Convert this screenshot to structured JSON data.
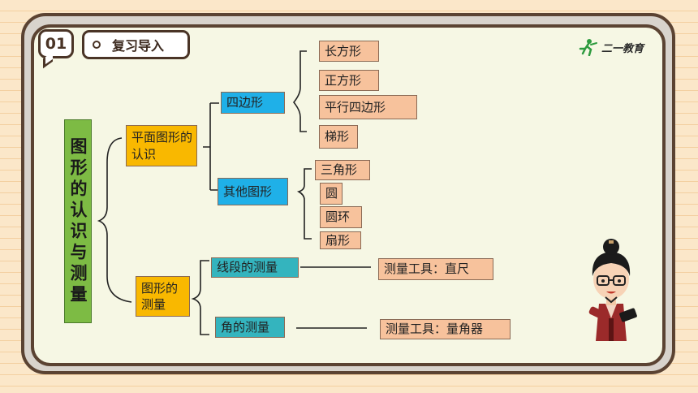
{
  "header": {
    "section_number": "01",
    "section_title": "复习导入",
    "logo_text": "二一教育"
  },
  "diagram": {
    "root": "图形的认识与测量",
    "branch1": {
      "label": "平面图形的认识",
      "sub1": {
        "label": "四边形",
        "items": [
          "长方形",
          "正方形",
          "平行四边形",
          "梯形"
        ]
      },
      "sub2": {
        "label": "其他图形",
        "items": [
          "三角形",
          "圆",
          "圆环",
          "扇形"
        ]
      }
    },
    "branch2": {
      "label": "图形的测量",
      "sub1": {
        "label": "线段的测量",
        "tool": "测量工具：直尺"
      },
      "sub2": {
        "label": "角的测量",
        "tool": "测量工具：量角器"
      }
    }
  },
  "colors": {
    "root": "#7dbb44",
    "branch": "#f9b800",
    "sub": "#1fb0e8",
    "leaf": "#f7c29c",
    "frame": "#5b4332"
  },
  "illustration": "cartoon-teacher-character"
}
